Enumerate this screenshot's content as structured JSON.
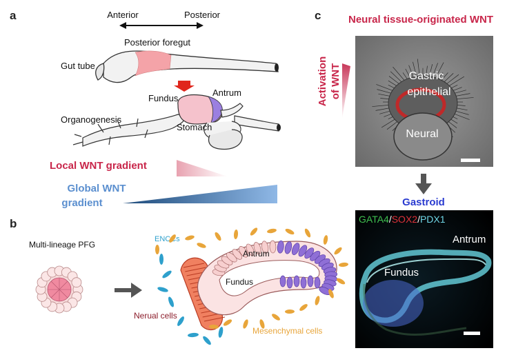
{
  "panels": {
    "a": {
      "letter": "a",
      "axis_anterior": "Anterior",
      "axis_posterior": "Posterior",
      "posterior_foregut": "Posterior foregut",
      "gut_tube": "Gut tube",
      "fundus": "Fundus",
      "antrum": "Antrum",
      "organogenesis": "Organogenesis",
      "stomach": "Stomach",
      "local_wnt": "Local WNT gradient",
      "global_wnt_1": "Global  WNT",
      "global_wnt_2": "gradient"
    },
    "b": {
      "letter": "b",
      "multi_lineage": "Multi-lineage PFG",
      "enccs": "ENCCs",
      "antrum": "Antrum",
      "fundus": "Fundus",
      "neural_cells": "Nerual cells",
      "mesenchymal": "Mesenchymal cells"
    },
    "c": {
      "letter": "c",
      "title": "Neural tissue-originated WNT",
      "activation_1": "Activation",
      "activation_2": "of WNT",
      "gastric_1": "Gastric",
      "gastric_2": "epithelial",
      "neural": "Neural",
      "gastroid": "Gastroid",
      "stain_gata4": "GATA4",
      "stain_sep1": "/",
      "stain_sox2": "SOX2",
      "stain_sep2": "/",
      "stain_pdx1": "PDX1",
      "fl_antrum": "Antrum",
      "fl_fundus": "Fundus"
    }
  },
  "colors": {
    "wnt_red": "#c8264a",
    "wnt_blue": "#5b8fcf",
    "gastroid_blue": "#2a3bd0",
    "neural_red": "#cc3a2a",
    "mesenchymal_orange": "#e8a53a",
    "enccs_blue": "#2ea0cc",
    "antrum_purple": "#8f6fd6",
    "gata4_green": "#3fbf4f",
    "sox2_red": "#e0323a",
    "pdx1_cyan": "#6fd6e6"
  },
  "icons": [
    "red-arrow-down-icon",
    "double-arrow-icon",
    "grey-arrow-right-icon",
    "grey-arrow-down-icon",
    "scale-bar-icon"
  ]
}
